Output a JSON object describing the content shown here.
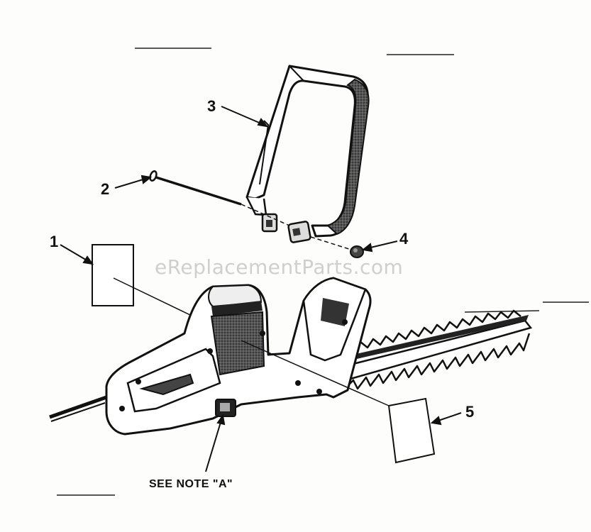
{
  "callouts": {
    "c1": "1",
    "c2": "2",
    "c3": "3",
    "c4": "4",
    "c5": "5"
  },
  "note": "SEE NOTE \"A\"",
  "watermark": "eReplacementParts.com",
  "colors": {
    "ink": "#111111",
    "paper": "#fdfdfb",
    "watermark": "#969696"
  }
}
